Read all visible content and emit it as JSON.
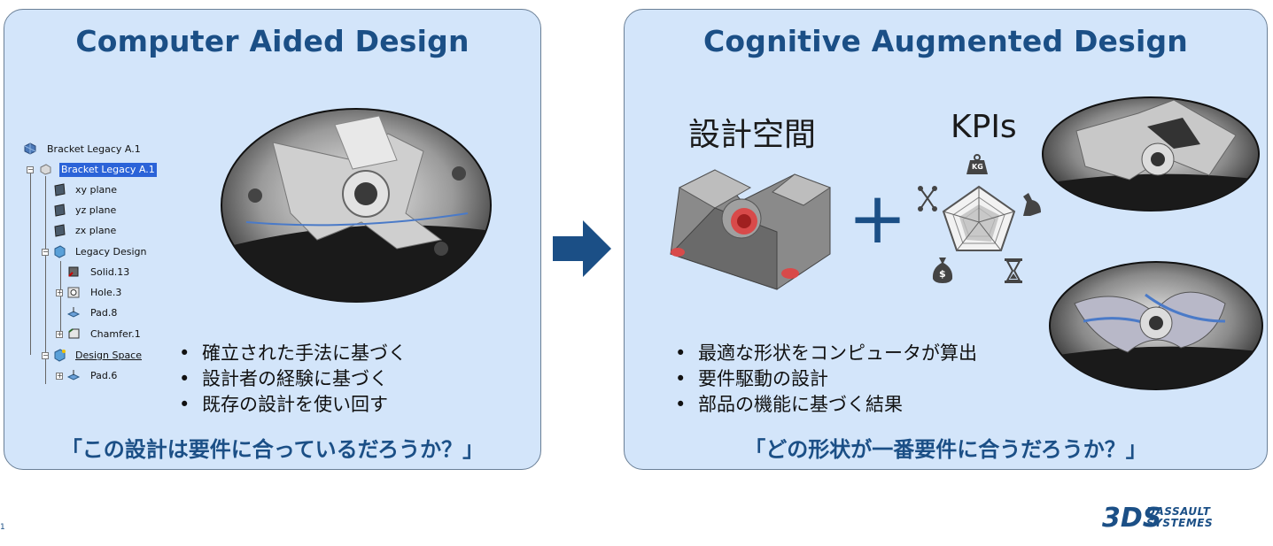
{
  "left_panel": {
    "title": "Computer Aided Design",
    "tree": [
      {
        "label": "Bracket Legacy A.1"
      },
      {
        "label": "Bracket Legacy A.1"
      },
      {
        "label": "xy plane"
      },
      {
        "label": "yz plane"
      },
      {
        "label": "zx plane"
      },
      {
        "label": "Legacy Design"
      },
      {
        "label": "Solid.13"
      },
      {
        "label": "Hole.3"
      },
      {
        "label": "Pad.8"
      },
      {
        "label": "Chamfer.1"
      },
      {
        "label": "Design Space"
      },
      {
        "label": "Pad.6"
      }
    ],
    "bullets": [
      "確立された手法に基づく",
      "設計者の経験に基づく",
      "既存の設計を使い回す"
    ],
    "question": "「この設計は要件に合っているだろうか？」"
  },
  "right_panel": {
    "title": "Cognitive Augmented Design",
    "design_space_label": "設計空間",
    "plus": "+",
    "kpis_label": "KPIs",
    "kpi_weight_text": "KG",
    "kpi_money_text": "$",
    "bullets": [
      "最適な形状をコンピュータが算出",
      "要件駆動の設計",
      "部品の機能に基づく結果"
    ],
    "question": "「どの形状が一番要件に合うだろうか？」"
  },
  "logo": {
    "line1": "DASSAULT",
    "line2": "SYSTEMES",
    "mark": "3DS"
  },
  "page_number": "1",
  "colors": {
    "panel_bg": "#d3e5fa",
    "title": "#1b4f86",
    "arrow": "#1b4f86",
    "selection": "#2b63d8"
  }
}
